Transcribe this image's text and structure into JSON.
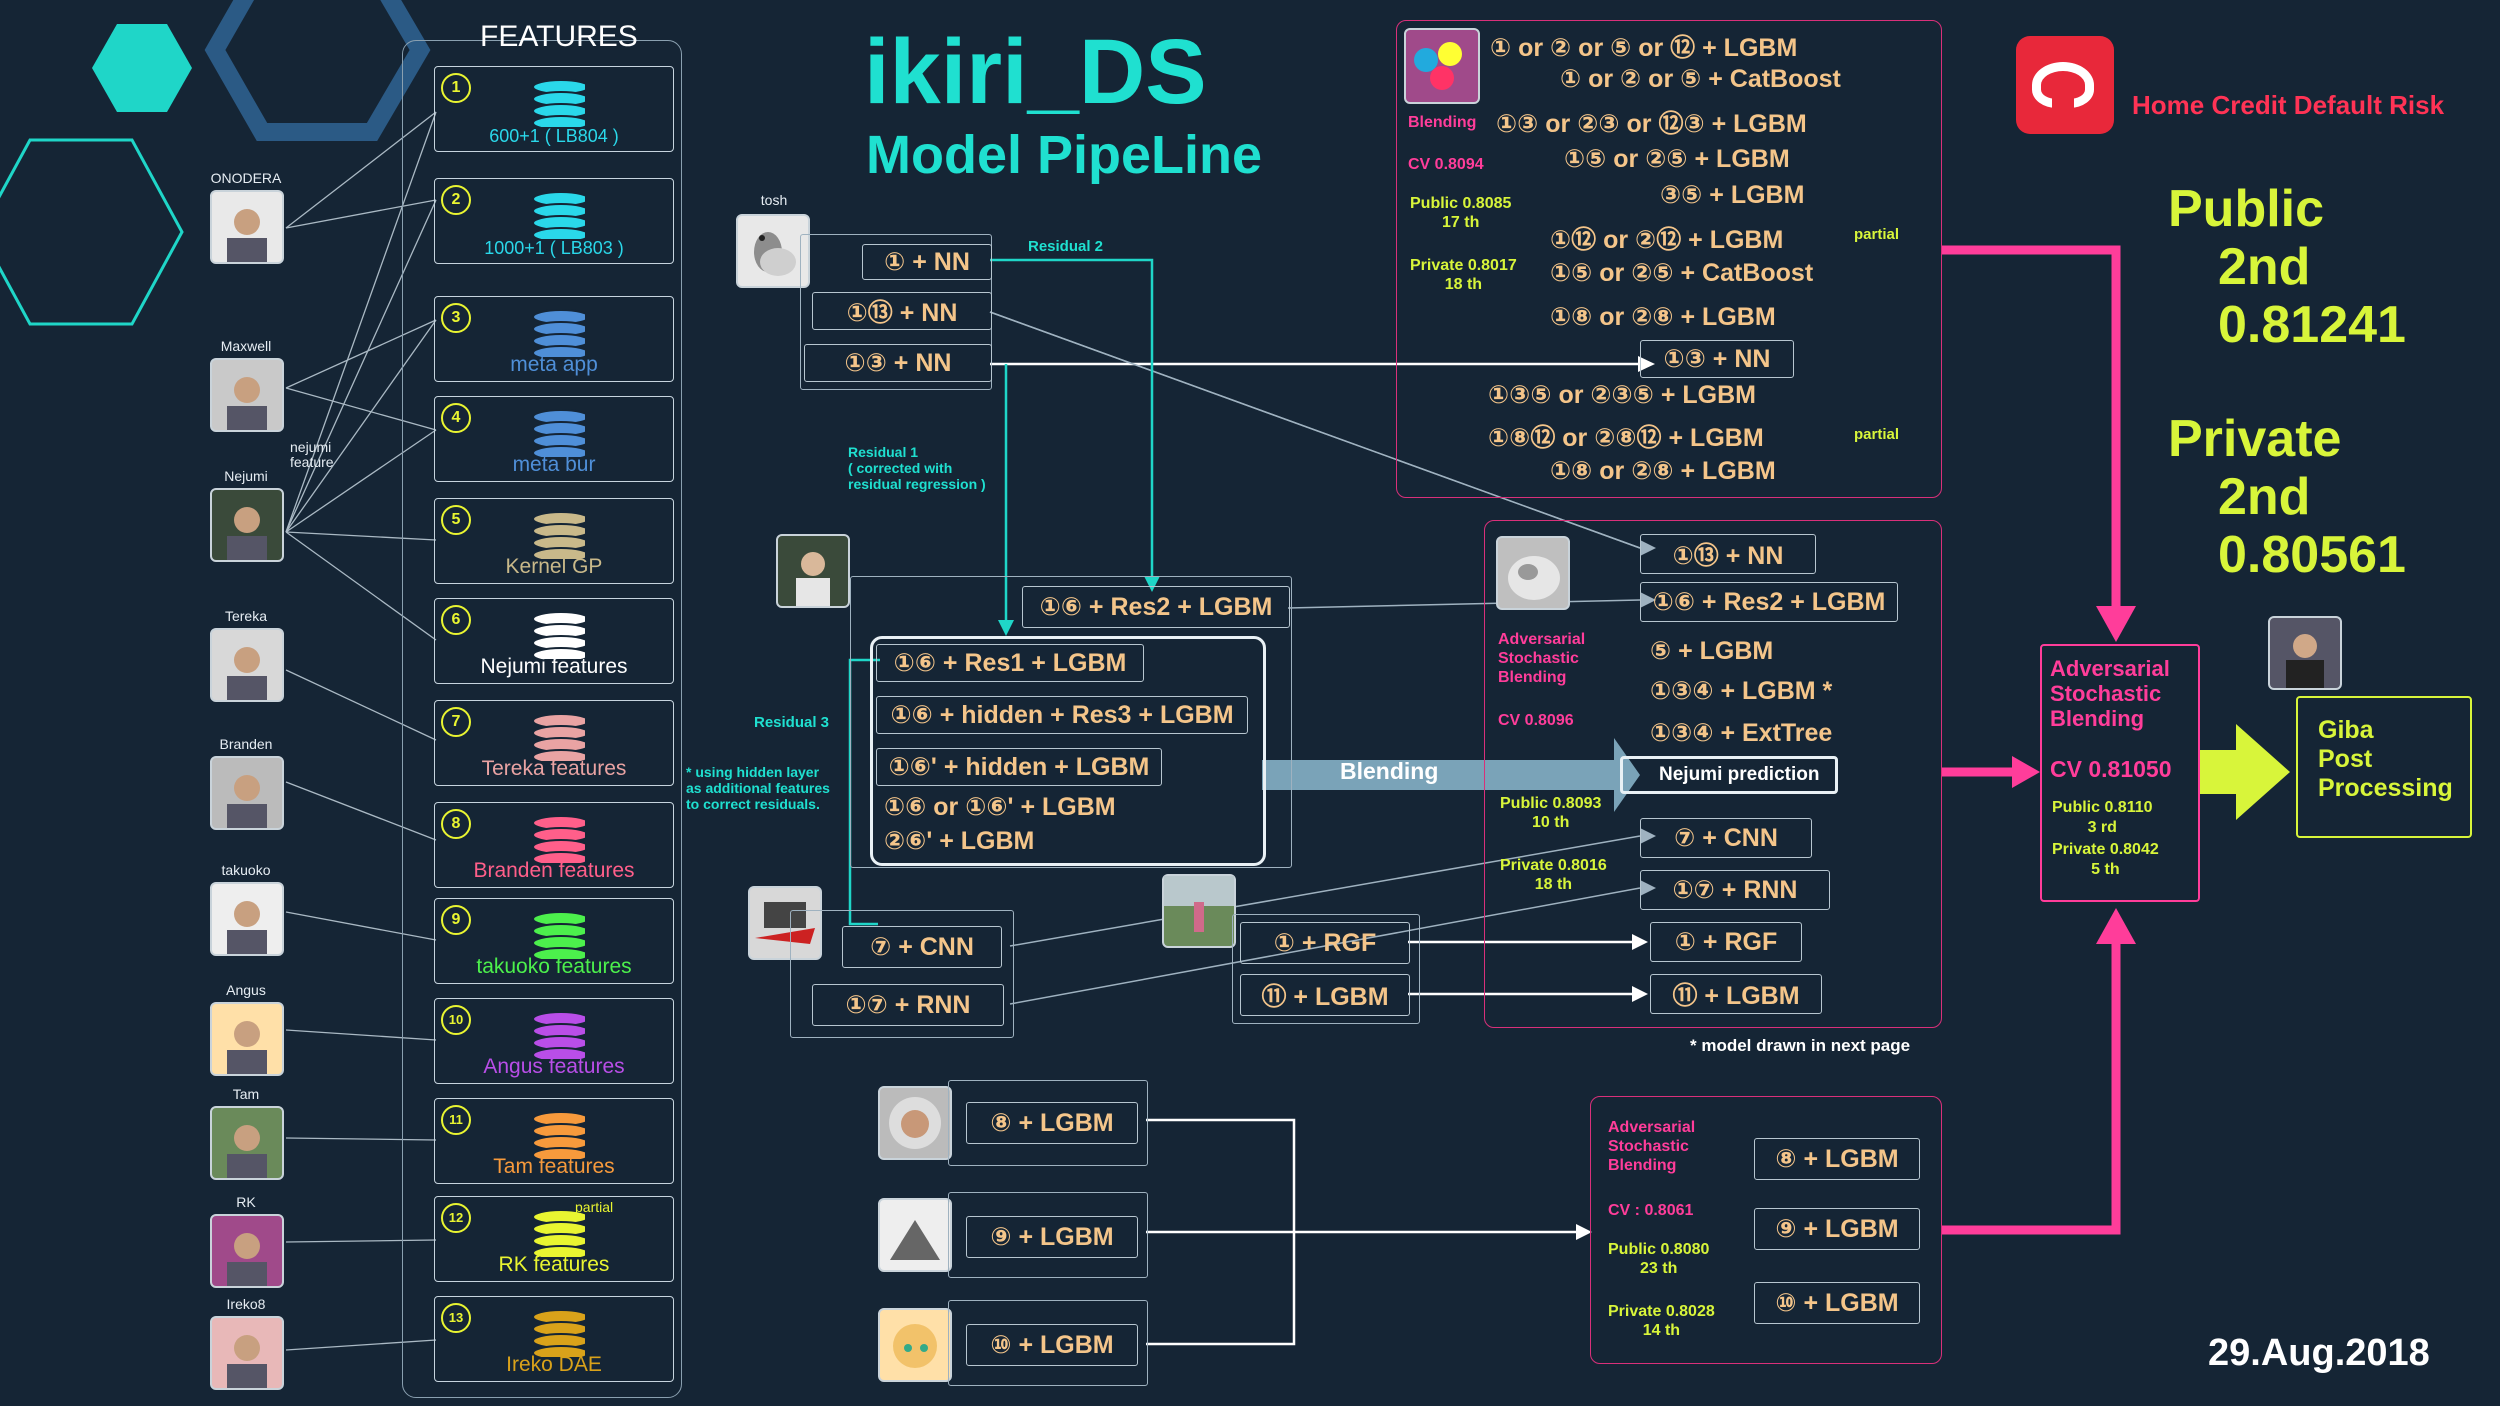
{
  "title": "ikiri_DS",
  "subtitle": "Model PipeLine",
  "competition": "Home Credit Default Risk",
  "date": "29.Aug.2018",
  "features_header": "FEATURES",
  "features": [
    {
      "num": "1",
      "label": "600+1 ( LB804 )",
      "color": "#2ad8ea"
    },
    {
      "num": "2",
      "label": "1000+1 ( LB803 )",
      "color": "#2ad8ea"
    },
    {
      "num": "3",
      "label": "meta app",
      "color": "#4f8fd8"
    },
    {
      "num": "4",
      "label": "meta bur",
      "color": "#4f8fd8"
    },
    {
      "num": "5",
      "label": "Kernel GP",
      "color": "#c9b98a"
    },
    {
      "num": "6",
      "label": "Nejumi features",
      "color": "#ffffff"
    },
    {
      "num": "7",
      "label": "Tereka features",
      "color": "#e9a3a3"
    },
    {
      "num": "8",
      "label": "Branden features",
      "color": "#ff5f8a"
    },
    {
      "num": "9",
      "label": "takuoko features",
      "color": "#4cf04c"
    },
    {
      "num": "10",
      "label": "Angus features",
      "color": "#b94ee8"
    },
    {
      "num": "11",
      "label": "Tam features",
      "color": "#f79a3c"
    },
    {
      "num": "12",
      "label": "RK features",
      "partial": "partial",
      "color": "#e9f531"
    },
    {
      "num": "13",
      "label": "Ireko DAE",
      "color": "#d9a21a"
    }
  ],
  "people": {
    "onodera": "ONODERA",
    "maxwell": "Maxwell",
    "nejumi": "Nejumi",
    "nejumi_feature": "nejumi\nfeature",
    "tereka": "Tereka",
    "branden": "Branden",
    "takuoko": "takuoko",
    "angus": "Angus",
    "tam": "Tam",
    "rk": "RK",
    "ireko": "Ireko8",
    "tosh": "tosh"
  },
  "tosh_models": [
    "① + NN",
    "①⑬ + NN",
    "①③ + NN"
  ],
  "residual_labels": {
    "r2": "Residual 2",
    "r1": "Residual 1\n( corrected with\nresidual regression )",
    "r3": "Residual 3",
    "hidden_note": "* using hidden layer\nas additional features\nto correct residuals."
  },
  "nejumi_models": {
    "res2": "①⑥ + Res2 + LGBM",
    "res1": "①⑥ + Res1 + LGBM",
    "hidden_res3": "①⑥ + hidden + Res3 + LGBM",
    "hidden": "①⑥' + hidden + LGBM",
    "or_line1": "①⑥ or ①⑥' + LGBM",
    "or_line2": "②⑥' + LGBM"
  },
  "blending_arrow": "Blending",
  "tereka_models": [
    "⑦ + CNN",
    "①⑦ + RNN"
  ],
  "tam_models": [
    "① + RGF",
    "⑪ + LGBM"
  ],
  "rk_blend": {
    "title": "Blending",
    "cv": "CV 0.8094",
    "public": "Public 0.8085\n17 th",
    "private": "Private 0.8017\n18 th",
    "lines": [
      "① or ② or ⑤ or ⑫ + LGBM",
      "① or ② or ⑤ + CatBoost",
      "①③ or ②③ or ⑫③ + LGBM",
      "①⑤ or ②⑤ + LGBM",
      "③⑤ + LGBM",
      "①⑫ or ②⑫ + LGBM",
      "①⑤ or ②⑤ + CatBoost",
      "①⑧ or ②⑧ + LGBM",
      "①③ + NN",
      "①③⑤ or ②③⑤ + LGBM",
      "①⑧⑫ or ②⑧⑫ + LGBM",
      "①⑧ or ②⑧ + LGBM"
    ],
    "partial": "partial"
  },
  "maxwell_blend": {
    "title": "Adversarial\nStochastic\nBlending",
    "cv": "CV 0.8096",
    "public": "Public 0.8093\n10 th",
    "private": "Private 0.8016\n18 th",
    "lines": [
      "①⑬ + NN",
      "①⑥ + Res2 + LGBM",
      "⑤ + LGBM",
      "①③④ + LGBM *",
      "①③④ + ExtTree",
      "Nejumi prediction",
      "⑦ + CNN",
      "①⑦ + RNN",
      "① + RGF",
      "⑪ + LGBM"
    ],
    "footnote": "* model drawn in next page"
  },
  "lower_models": [
    "⑧ + LGBM",
    "⑨ + LGBM",
    "⑩ + LGBM"
  ],
  "lower_blend": {
    "title": "Adversarial\nStochastic\nBlending",
    "cv": "CV : 0.8061",
    "public": "Public 0.8080\n23 th",
    "private": "Private 0.8028\n14 th",
    "lines": [
      "⑧ + LGBM",
      "⑨ + LGBM",
      "⑩ + LGBM"
    ]
  },
  "final_blend": {
    "title": "Adversarial\nStochastic\nBlending",
    "cv": "CV 0.81050",
    "public": "Public 0.8110\n3 rd",
    "private": "Private 0.8042\n5 th"
  },
  "post": "Giba\nPost\nProcessing",
  "result": {
    "public_label": "Public",
    "public_rank": "2nd",
    "public_score": "0.81241",
    "private_label": "Private",
    "private_rank": "2nd",
    "private_score": "0.80561"
  },
  "colors": {
    "background": "#152535",
    "cyan": "#1fe0d0",
    "lime": "#d8f53a",
    "pink": "#ff3d9a",
    "orange_text": "#f4c58a"
  }
}
